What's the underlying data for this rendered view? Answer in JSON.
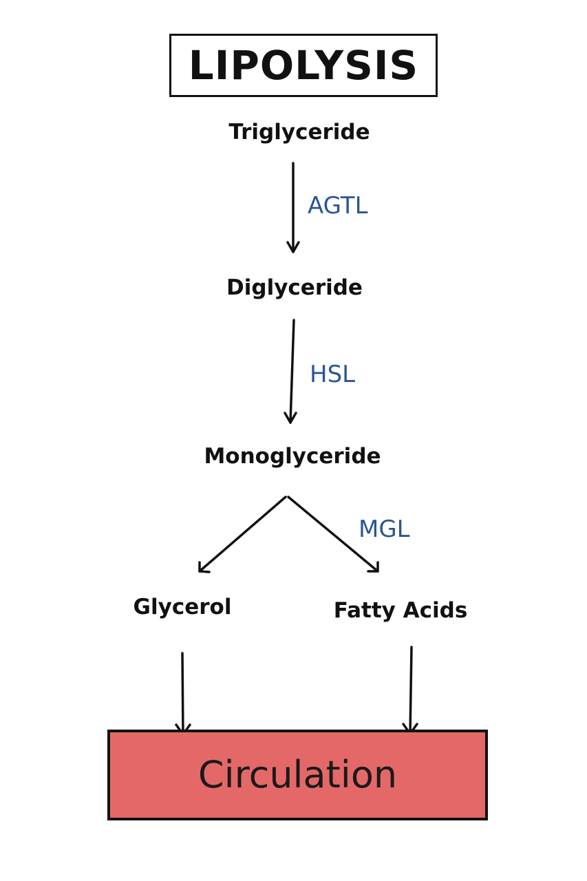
{
  "title": "LIPOLYSIS",
  "nodes": {
    "triglyceride": "Triglyceride",
    "diglyceride": "Diglyceride",
    "monoglyceride": "Monoglyceride",
    "glycerol": "Glycerol",
    "fatty_acids": "Fatty Acids"
  },
  "enzymes": {
    "agtl": "AGTL",
    "hsl": "HSL",
    "mgl": "MGL"
  },
  "destination": "Circulation",
  "colors": {
    "enzyme_text": "#2a5596",
    "destination_fill": "#e56868"
  }
}
